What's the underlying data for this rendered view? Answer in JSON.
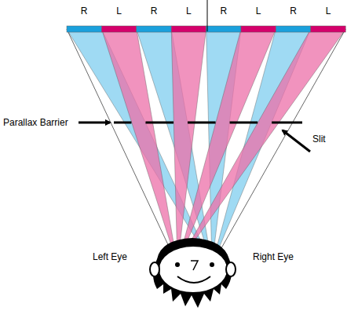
{
  "diagram": {
    "labels": [
      "R",
      "L",
      "R",
      "L",
      "R",
      "L",
      "R",
      "L",
      "Parallax Barrier",
      "Slit",
      "Left Eye",
      "Right Eye"
    ]
  }
}
